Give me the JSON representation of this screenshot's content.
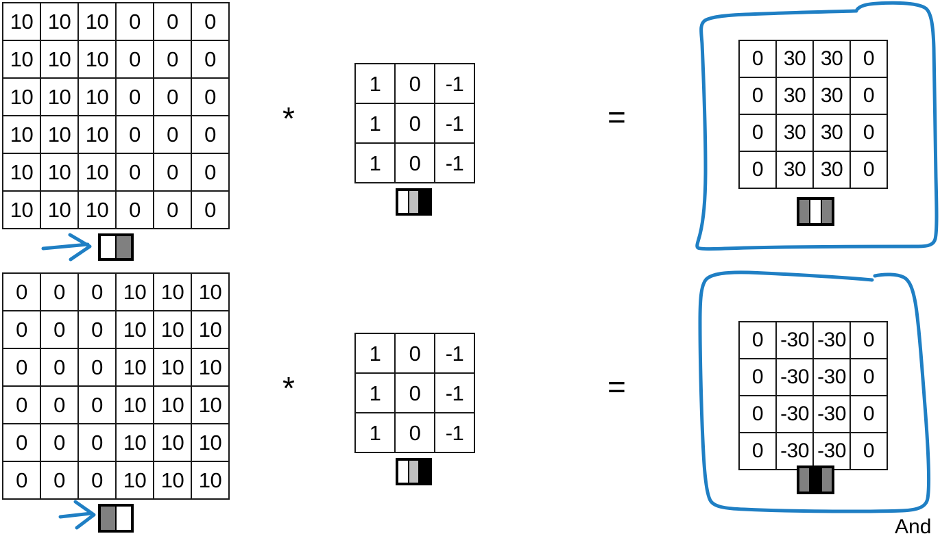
{
  "colors": {
    "ink_blue": "#1f7fc4",
    "grid_line": "#1a1a1a",
    "gray_band": "#808080",
    "light_gray_band": "#c0c0c0",
    "black_band": "#000000",
    "white_band": "#ffffff"
  },
  "operators": {
    "convolve": "*",
    "equals": "="
  },
  "caption": {
    "text": "And"
  },
  "rows": [
    {
      "id": "row-vertical-edge-light-to-dark",
      "input": {
        "label": "input-image-matrix",
        "rows": 6,
        "cols": 6,
        "values": [
          [
            "10",
            "10",
            "10",
            "0",
            "0",
            "0"
          ],
          [
            "10",
            "10",
            "10",
            "0",
            "0",
            "0"
          ],
          [
            "10",
            "10",
            "10",
            "0",
            "0",
            "0"
          ],
          [
            "10",
            "10",
            "10",
            "0",
            "0",
            "0"
          ],
          [
            "10",
            "10",
            "10",
            "0",
            "0",
            "0"
          ],
          [
            "10",
            "10",
            "10",
            "0",
            "0",
            "0"
          ]
        ],
        "swatch": {
          "label": "input-edge-swatch",
          "bands": [
            "#ffffff",
            "#808080"
          ]
        },
        "arrow": "arrow-right"
      },
      "kernel": {
        "label": "vertical-edge-kernel",
        "rows": 3,
        "cols": 3,
        "values": [
          [
            "1",
            "0",
            "-1"
          ],
          [
            "1",
            "0",
            "-1"
          ],
          [
            "1",
            "0",
            "-1"
          ]
        ],
        "swatch": {
          "label": "kernel-swatch",
          "bands": [
            "#ffffff",
            "#c0c0c0",
            "#000000"
          ]
        }
      },
      "output": {
        "label": "output-feature-map",
        "rows": 4,
        "cols": 4,
        "values": [
          [
            "0",
            "30",
            "30",
            "0"
          ],
          [
            "0",
            "30",
            "30",
            "0"
          ],
          [
            "0",
            "30",
            "30",
            "0"
          ],
          [
            "0",
            "30",
            "30",
            "0"
          ]
        ],
        "swatch": {
          "label": "output-edge-swatch",
          "bands": [
            "#808080",
            "#ffffff",
            "#808080"
          ]
        },
        "circled": true
      }
    },
    {
      "id": "row-vertical-edge-dark-to-light",
      "input": {
        "label": "input-image-matrix",
        "rows": 6,
        "cols": 6,
        "values": [
          [
            "0",
            "0",
            "0",
            "10",
            "10",
            "10"
          ],
          [
            "0",
            "0",
            "0",
            "10",
            "10",
            "10"
          ],
          [
            "0",
            "0",
            "0",
            "10",
            "10",
            "10"
          ],
          [
            "0",
            "0",
            "0",
            "10",
            "10",
            "10"
          ],
          [
            "0",
            "0",
            "0",
            "10",
            "10",
            "10"
          ],
          [
            "0",
            "0",
            "0",
            "10",
            "10",
            "10"
          ]
        ],
        "swatch": {
          "label": "input-edge-swatch",
          "bands": [
            "#808080",
            "#ffffff"
          ]
        },
        "arrow": "arrow-right"
      },
      "kernel": {
        "label": "vertical-edge-kernel",
        "rows": 3,
        "cols": 3,
        "values": [
          [
            "1",
            "0",
            "-1"
          ],
          [
            "1",
            "0",
            "-1"
          ],
          [
            "1",
            "0",
            "-1"
          ]
        ],
        "swatch": {
          "label": "kernel-swatch",
          "bands": [
            "#ffffff",
            "#c0c0c0",
            "#000000"
          ]
        }
      },
      "output": {
        "label": "output-feature-map",
        "rows": 4,
        "cols": 4,
        "values": [
          [
            "0",
            "-30",
            "-30",
            "0"
          ],
          [
            "0",
            "-30",
            "-30",
            "0"
          ],
          [
            "0",
            "-30",
            "-30",
            "0"
          ],
          [
            "0",
            "-30",
            "-30",
            "0"
          ]
        ],
        "swatch": {
          "label": "output-edge-swatch",
          "bands": [
            "#808080",
            "#000000",
            "#808080"
          ]
        },
        "circled": true
      }
    }
  ]
}
